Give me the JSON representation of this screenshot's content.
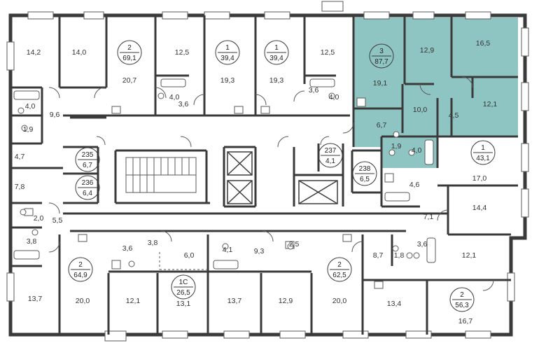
{
  "colors": {
    "wall": "#3a3a3a",
    "thin_wall": "#5a5a5a",
    "highlight": "#8ec5c2",
    "window": "#ffffff",
    "text": "#333333"
  },
  "badges": [
    {
      "id": "apt-2-top",
      "number": "2",
      "area": "69,1"
    },
    {
      "id": "apt-1-top-a",
      "number": "1",
      "area": "39,4"
    },
    {
      "id": "apt-1-top-b",
      "number": "1",
      "area": "39,4"
    },
    {
      "id": "apt-3-highlight",
      "number": "3",
      "area": "87,7"
    },
    {
      "id": "apt-1-right",
      "number": "1",
      "area": "43,1"
    },
    {
      "id": "apt-2-bottom-left",
      "number": "2",
      "area": "64,9"
    },
    {
      "id": "apt-1c-bottom",
      "number": "1С",
      "area": "26,5"
    },
    {
      "id": "apt-2-bottom-mid",
      "number": "2",
      "area": "62,5"
    },
    {
      "id": "apt-2-bottom-right",
      "number": "2",
      "area": "56,3"
    },
    {
      "id": "storage-235",
      "number": "235",
      "area": "6,7"
    },
    {
      "id": "storage-236",
      "number": "236",
      "area": "6,4"
    },
    {
      "id": "storage-237",
      "number": "237",
      "area": "4,1"
    },
    {
      "id": "storage-238",
      "number": "238",
      "area": "6,5"
    }
  ],
  "room_areas": [
    "14,2",
    "14,0",
    "20,7",
    "12,5",
    "19,3",
    "19,3",
    "12,5",
    "12,9",
    "16,5",
    "19,1",
    "10,0",
    "12,1",
    "4,5",
    "6,7",
    "1,9",
    "4,0",
    "4,0",
    "9,6",
    "1,9",
    "4,0",
    "3,6",
    "3,6",
    "4,0",
    "4,7",
    "7,8",
    "2,0",
    "5,5",
    "3,8",
    "17,0",
    "14,4",
    "4,6",
    "7,1",
    "3,6",
    "3,8",
    "6,0",
    "4,1",
    "9,3",
    "2,5",
    "8,7",
    "1,8",
    "3,6",
    "13,7",
    "20,0",
    "12,1",
    "13,1",
    "13,7",
    "12,9",
    "20,0",
    "13,4",
    "12,1",
    "16,7"
  ]
}
